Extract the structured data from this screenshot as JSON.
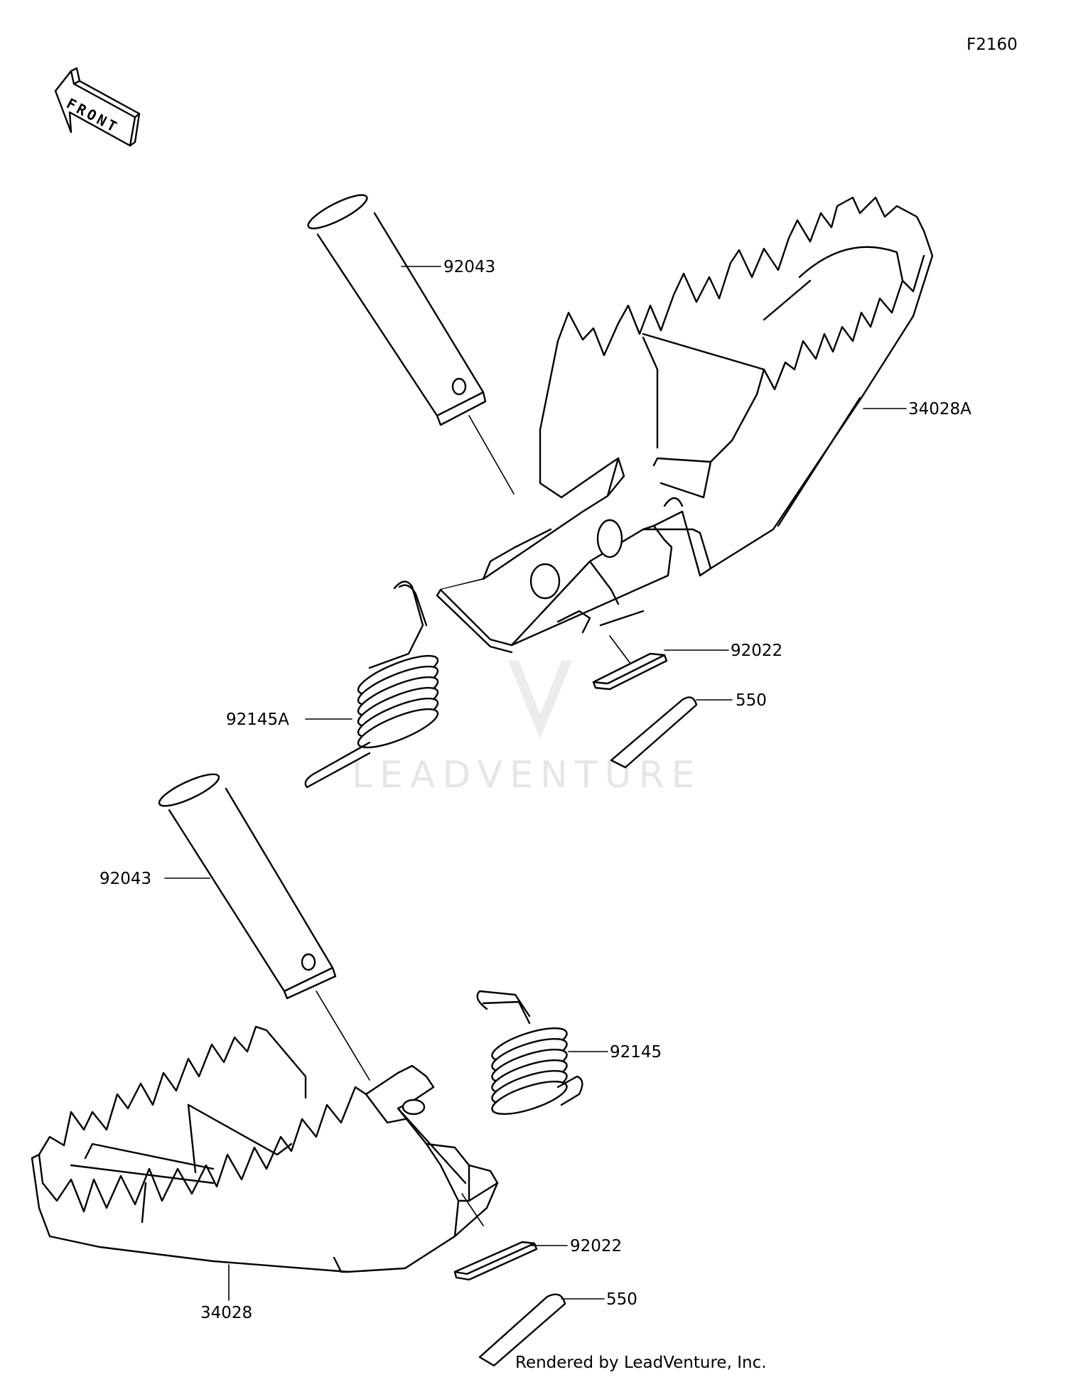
{
  "figure_code": "F2160",
  "front_arrow_text": "FRONT",
  "watermark": "LEADVENTURE",
  "footer": "Rendered by LeadVenture, Inc.",
  "callouts": {
    "pin_upper": "92043",
    "peg_upper": "34028A",
    "washer_upper": "92022",
    "cotter_upper": "550",
    "spring_upper": "92145A",
    "pin_lower": "92043",
    "spring_lower": "92145",
    "washer_lower": "92022",
    "cotter_lower": "550",
    "peg_lower": "34028"
  }
}
